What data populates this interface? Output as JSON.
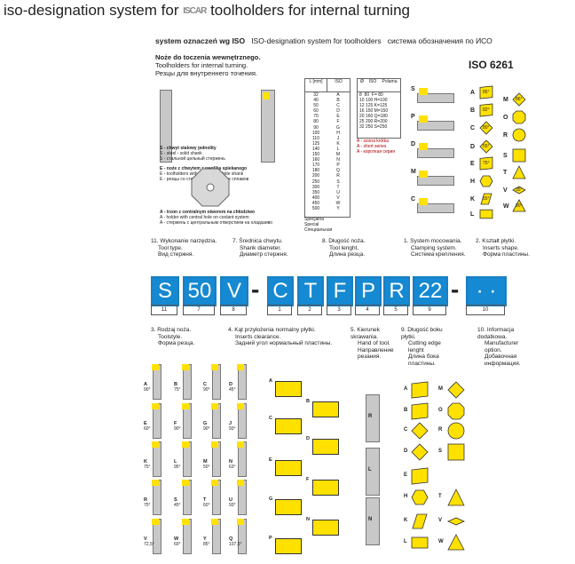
{
  "page_title_pre": "iso-designation system for",
  "page_title_logo": "ISCAR",
  "page_title_post": "toolholders for internal turning",
  "header": {
    "pl": "system oznaczeń wg ISO",
    "en": "ISO-designation system for toolholders",
    "ru": "система обозначения по ИСО"
  },
  "iso_std": "ISO 6261",
  "section_title": {
    "pl": "Noże do toczenia wewnętrznego.",
    "en": "Toolholders for internal turning.",
    "ru": "Резцы для внутреннего точения."
  },
  "shank_notes": [
    {
      "k": "S",
      "pl": "S - chwyt stalowy jednolity",
      "en": "S - steel - solid shank",
      "ru": "S - стальной цельный стержень"
    },
    {
      "k": "E",
      "pl": "E - noże z chwytem z węglika spiekanego",
      "en": "E - toolholders with sintered carbide shank",
      "ru": "E - резцы со стержнем из твердых сплавов"
    },
    {
      "k": "A",
      "pl": "A - trzon z centralnym otworem na chłodziwo",
      "en": "A - holder with central hole on coolant system",
      "ru": "A - стержень с центральным отверстием на хладазиво"
    }
  ],
  "length_table": {
    "head_l": "L [mm]",
    "head_iso": "ISO",
    "rows": [
      [
        "32",
        "A"
      ],
      [
        "40",
        "B"
      ],
      [
        "50",
        "C"
      ],
      [
        "60",
        "D"
      ],
      [
        "70",
        "E"
      ],
      [
        "80",
        "F"
      ],
      [
        "90",
        "G"
      ],
      [
        "100",
        "H"
      ],
      [
        "110",
        "J"
      ],
      [
        "125",
        "K"
      ],
      [
        "140",
        "L"
      ],
      [
        "150",
        "M"
      ],
      [
        "160",
        "N"
      ],
      [
        "170",
        "P"
      ],
      [
        "180",
        "Q"
      ],
      [
        "200",
        "R"
      ],
      [
        "250",
        "S"
      ],
      [
        "300",
        "T"
      ],
      [
        "350",
        "U"
      ],
      [
        "400",
        "V"
      ],
      [
        "450",
        "W"
      ],
      [
        "500",
        "Y"
      ]
    ],
    "special": [
      "Specjalna",
      "Special",
      "Специальная"
    ]
  },
  "dia_table": {
    "head": [
      "Ø",
      "ISO",
      "Polama"
    ],
    "rows": [
      "8  80  F= 80",
      "10 100 H=100",
      "12 125 K=125",
      "16 150 M=150",
      "20 160 Q=180",
      "25 200 R=200",
      "32 250 S=250"
    ],
    "notes": [
      "A - szona krótka",
      "A - short series",
      "A - короткая серия"
    ]
  },
  "clamp_letters": [
    "S",
    "P",
    "D",
    "M",
    "C"
  ],
  "shape_letters_top": [
    [
      "A",
      "85°"
    ],
    [
      "M",
      "86°"
    ],
    [
      "B",
      "82°"
    ],
    [
      "O",
      ""
    ],
    [
      "C",
      "80°"
    ],
    [
      "R",
      ""
    ],
    [
      "D",
      "55°"
    ],
    [
      "S",
      ""
    ],
    [
      "E",
      "75°"
    ],
    [
      "T",
      ""
    ],
    [
      "H",
      ""
    ],
    [
      "V",
      "35°"
    ],
    [
      "K",
      "55°"
    ],
    [
      "W",
      "80°"
    ],
    [
      "L",
      ""
    ]
  ],
  "fields_top": [
    {
      "n": "11.",
      "pl": "Wykonanie narzędzia.",
      "en": "Tool type.",
      "ru": "Вид стержня."
    },
    {
      "n": "7.",
      "pl": "Średnica chwytu.",
      "en": "Shank diameter.",
      "ru": "Диаметр стержня."
    },
    {
      "n": "8.",
      "pl": "Długość noża.",
      "en": "Tool lenght.",
      "ru": "Длина резца."
    },
    {
      "n": "1.",
      "pl": "System mocowania.",
      "en": "Clamping system.",
      "ru": "Система крепления."
    },
    {
      "n": "2.",
      "pl": "Kształt płytki.",
      "en": "Inserts shape.",
      "ru": "Форма пластины."
    }
  ],
  "code": [
    "S",
    "50",
    "V",
    "C",
    "T",
    "F",
    "P",
    "R",
    "22",
    "· ·"
  ],
  "code_nums": [
    "11",
    "7",
    "8",
    "1",
    "2",
    "3",
    "4",
    "5",
    "9",
    "10"
  ],
  "fields_bottom": [
    {
      "n": "3.",
      "pl": "Rodzaj noża.",
      "en": "Toolstyle.",
      "ru": "Форма резца."
    },
    {
      "n": "4.",
      "pl": "Kąt przyłożenia normalny płytki.",
      "en": "Inserts clearance.",
      "ru": "Задний угол нормальный пластины."
    },
    {
      "n": "5.",
      "pl": "Kierunek skrawania.",
      "en": "Hand of tool.",
      "ru": "Направление резания."
    },
    {
      "n": "9.",
      "pl": "Długość boku płytki.",
      "en": "Cutting edge lenght",
      "ru": "Длина бока пластины."
    },
    {
      "n": "10.",
      "pl": "Informacja dodatkowa.",
      "en": "Manufacturer option.",
      "ru": "Добавочная информация."
    }
  ],
  "styles": [
    [
      "A",
      "90°"
    ],
    [
      "B",
      "75°"
    ],
    [
      "C",
      "90°"
    ],
    [
      "D",
      "45°"
    ],
    [
      "E",
      "60°"
    ],
    [
      "F",
      "90°"
    ],
    [
      "G",
      "90°"
    ],
    [
      "J",
      "93°"
    ],
    [
      "K",
      "75°"
    ],
    [
      "L",
      "95°"
    ],
    [
      "M",
      "50°"
    ],
    [
      "N",
      "63°"
    ],
    [
      "R",
      "75°"
    ],
    [
      "S",
      "45°"
    ],
    [
      "T",
      "60°"
    ],
    [
      "U",
      "93°"
    ],
    [
      "V",
      "72,5°"
    ],
    [
      "W",
      "60°"
    ],
    [
      "Y",
      "85°"
    ],
    [
      "Q",
      "107,5°"
    ]
  ],
  "clearance_letters": [
    "A",
    "B",
    "C",
    "D",
    "E",
    "F",
    "G",
    "N",
    "P"
  ],
  "hand_letters": [
    "R",
    "L",
    "N"
  ],
  "shape_letters_bottom": [
    [
      "A",
      "M"
    ],
    [
      "B",
      "O"
    ],
    [
      "C",
      "R"
    ],
    [
      "D",
      "S"
    ],
    [
      "E",
      ""
    ],
    [
      "H",
      "T"
    ],
    [
      "K",
      "V"
    ],
    [
      "L",
      "W"
    ]
  ]
}
